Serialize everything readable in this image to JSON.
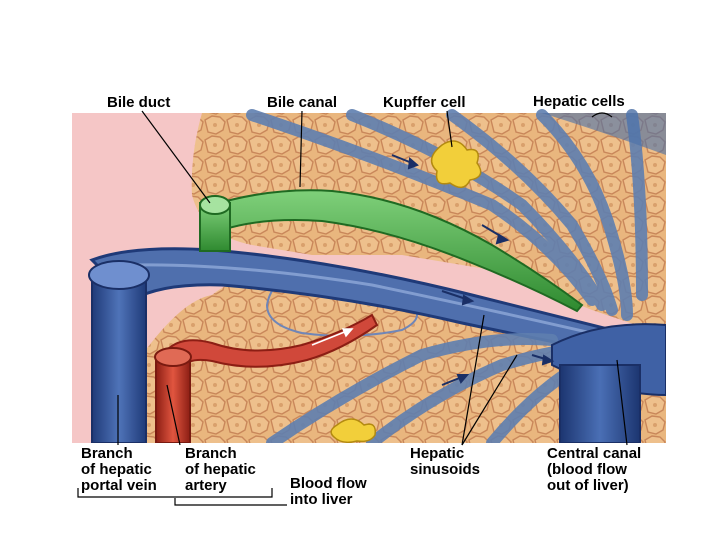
{
  "labels": {
    "bile_duct": "Bile duct",
    "bile_canal": "Bile canal",
    "kupffer_cell": "Kupffer cell",
    "hepatic_cells": "Hepatic cells",
    "portal_vein_branch": [
      "Branch",
      "of hepatic",
      "portal vein"
    ],
    "hepatic_artery_branch": [
      "Branch",
      "of hepatic",
      "artery"
    ],
    "blood_flow_in": [
      "Blood flow",
      "into liver"
    ],
    "hepatic_sinusoids": [
      "Hepatic",
      "sinusoids"
    ],
    "central_canal": [
      "Central canal",
      "(blood flow",
      "out of liver)"
    ]
  },
  "colors": {
    "hepatic_tissue": "#e8b47c",
    "cell_outline": "#c9875a",
    "portal_vein": "#2f4f8f",
    "hepatic_artery": "#c43a2a",
    "bile": "#3a9a3a",
    "kupffer": "#f2cf3a",
    "sinusoid": "#5f7fb0",
    "background_pink": "#f5c6c6"
  }
}
